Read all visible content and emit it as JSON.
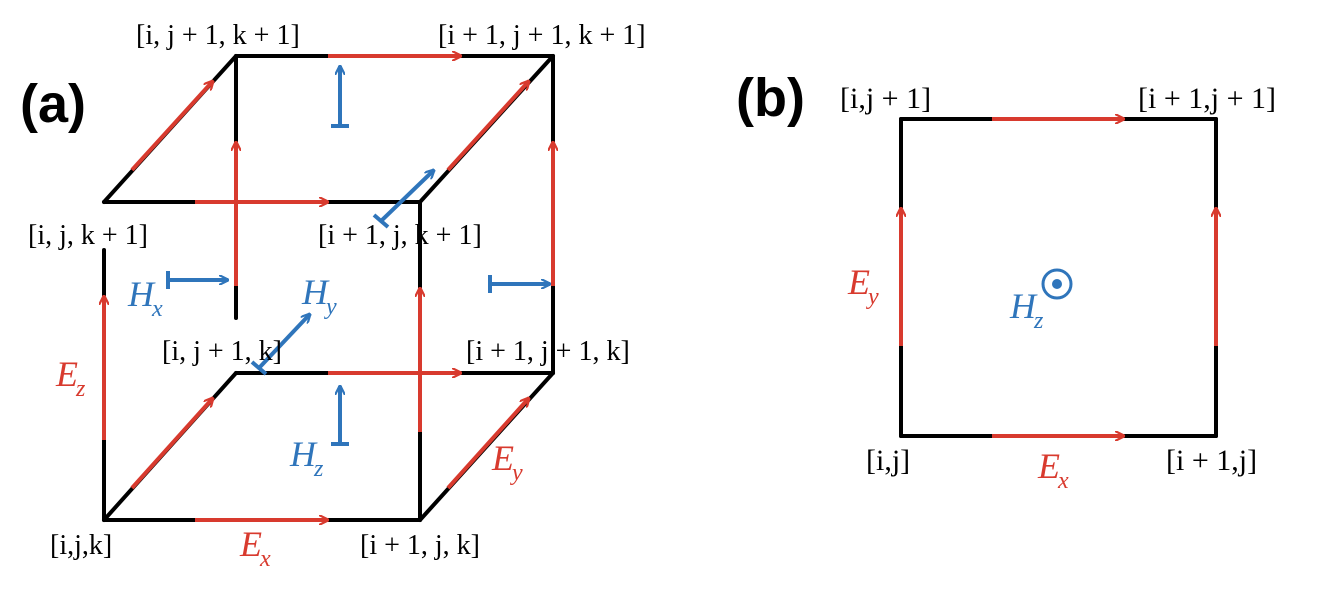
{
  "colors": {
    "e_field": "#d83a2e",
    "h_field": "#2f75bb",
    "edges": "#000000"
  },
  "panel_a": {
    "tag": "(a)",
    "nodes": {
      "ijk": "[i,j,k]",
      "i1jk": "[i + 1, j, k]",
      "ij1k": "[i, j + 1, k]",
      "i1j1k": "[i + 1, j + 1, k]",
      "ijk1": "[i, j, k + 1]",
      "i1jk1": "[i + 1, j, k + 1]",
      "ij1k1": "[i, j + 1, k + 1]",
      "i1j1k1": "[i + 1, j + 1, k + 1]"
    },
    "fields": {
      "ex": {
        "base": "E",
        "sub": "x"
      },
      "ey": {
        "base": "E",
        "sub": "y"
      },
      "ez": {
        "base": "E",
        "sub": "z"
      },
      "hx": {
        "base": "H",
        "sub": "x"
      },
      "hy": {
        "base": "H",
        "sub": "y"
      },
      "hz": {
        "base": "H",
        "sub": "z"
      }
    }
  },
  "panel_b": {
    "tag": "(b)",
    "nodes": {
      "ij": "[i,j]",
      "i1j": "[i + 1,j]",
      "ij1": "[i,j + 1]",
      "i1j1": "[i + 1,j + 1]"
    },
    "fields": {
      "ex": {
        "base": "E",
        "sub": "x"
      },
      "ey": {
        "base": "E",
        "sub": "y"
      },
      "hz": {
        "base": "H",
        "sub": "z"
      }
    }
  }
}
